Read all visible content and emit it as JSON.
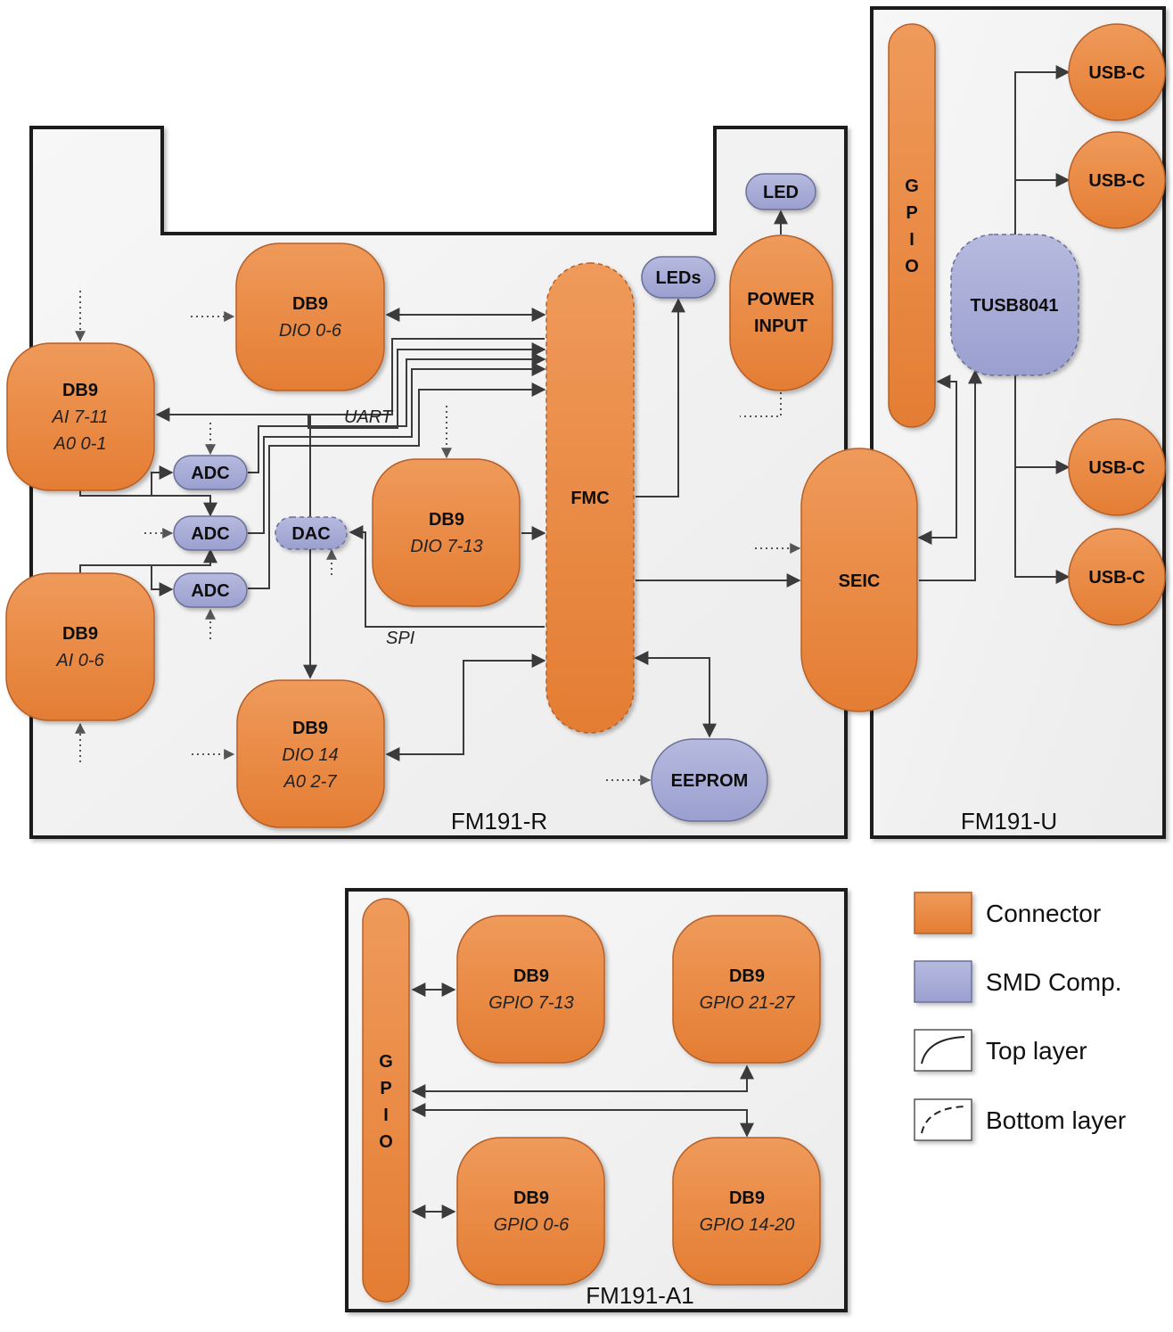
{
  "boards": {
    "r": "FM191-R",
    "u": "FM191-U",
    "a1": "FM191-A1"
  },
  "r_board": {
    "db9_dio06": {
      "title": "DB9",
      "sub": "DIO 0-6"
    },
    "db9_ai711": {
      "title": "DB9",
      "sub1": "AI 7-11",
      "sub2": "A0 0-1"
    },
    "db9_ai06": {
      "title": "DB9",
      "sub": "AI 0-6"
    },
    "db9_dio713": {
      "title": "DB9",
      "sub": "DIO 7-13"
    },
    "db9_dio14": {
      "title": "DB9",
      "sub1": "DIO 14",
      "sub2": "A0 2-7"
    },
    "fmc": "FMC",
    "leds": "LEDs",
    "led": "LED",
    "power_l1": "POWER",
    "power_l2": "INPUT",
    "adc1": "ADC",
    "adc2": "ADC",
    "adc3": "ADC",
    "dac": "DAC",
    "eeprom": "EEPROM",
    "uart": "UART",
    "spi": "SPI"
  },
  "u_board": {
    "gpio": [
      "G",
      "P",
      "I",
      "O"
    ],
    "tusb": "TUSB8041",
    "seic": "SEIC",
    "usbc": [
      "USB-C",
      "USB-C",
      "USB-C",
      "USB-C"
    ]
  },
  "a1_board": {
    "gpio": [
      "G",
      "P",
      "I",
      "O"
    ],
    "db9_gpio713": {
      "title": "DB9",
      "sub": "GPIO 7-13"
    },
    "db9_gpio2127": {
      "title": "DB9",
      "sub": "GPIO 21-27"
    },
    "db9_gpio06": {
      "title": "DB9",
      "sub": "GPIO 0-6"
    },
    "db9_gpio1420": {
      "title": "DB9",
      "sub": "GPIO 14-20"
    }
  },
  "legend": {
    "connector": "Connector",
    "smd": "SMD Comp.",
    "top": "Top layer",
    "bottom": "Bottom layer"
  },
  "colors": {
    "connector": "#ea8a46",
    "smd": "#a6aad6",
    "board": "#f1f1f1"
  }
}
